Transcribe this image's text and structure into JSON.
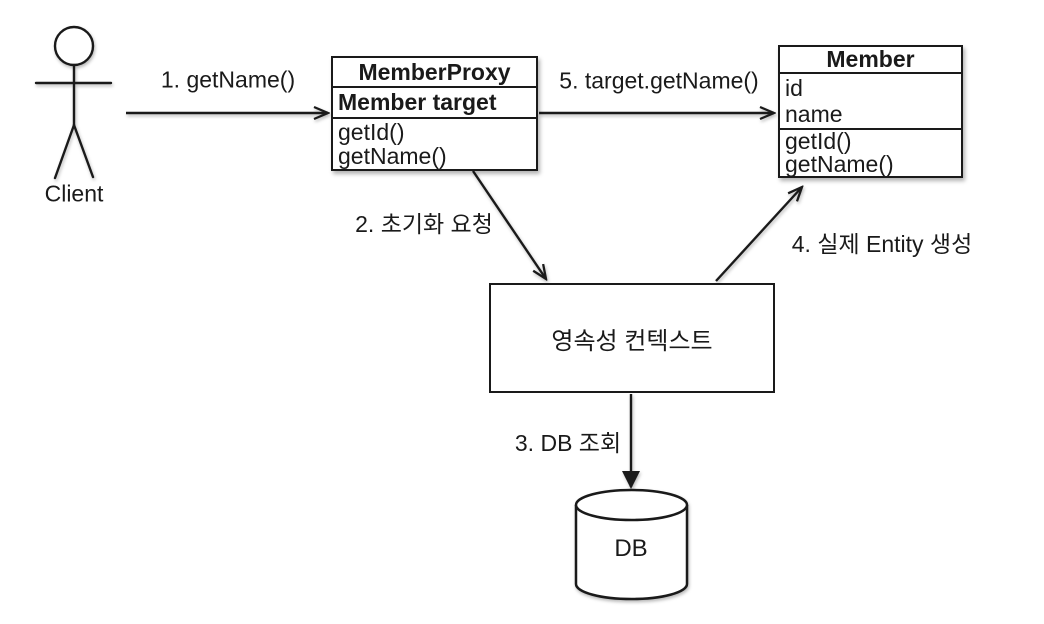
{
  "diagram": {
    "actor": {
      "label": "Client"
    },
    "classes": {
      "member_proxy": {
        "title": "MemberProxy",
        "fields": [
          "Member target"
        ],
        "methods": [
          "getId()",
          "getName()"
        ]
      },
      "member": {
        "title": "Member",
        "fields": [
          "id",
          "name"
        ],
        "methods": [
          "getId()",
          "getName()"
        ]
      }
    },
    "persistence_context": {
      "label": "영속성 컨텍스트"
    },
    "database": {
      "label": "DB"
    },
    "arrows": [
      {
        "id": "1",
        "label": "1. getName()",
        "from": "client",
        "to": "member-proxy",
        "head": "open"
      },
      {
        "id": "2",
        "label": "2. 초기화 요청",
        "from": "member-proxy",
        "to": "persistence-context",
        "head": "open"
      },
      {
        "id": "3",
        "label": "3. DB 조회",
        "from": "persistence-context",
        "to": "db",
        "head": "filled"
      },
      {
        "id": "4",
        "label": "4. 실제 Entity 생성",
        "from": "persistence-context",
        "to": "member",
        "head": "open"
      },
      {
        "id": "5",
        "label": "5. target.getName()",
        "from": "member-proxy",
        "to": "member",
        "head": "open"
      }
    ],
    "colors": {
      "stroke": "#1a1a1a",
      "fill": "#ffffff",
      "background": "#ffffff"
    }
  }
}
